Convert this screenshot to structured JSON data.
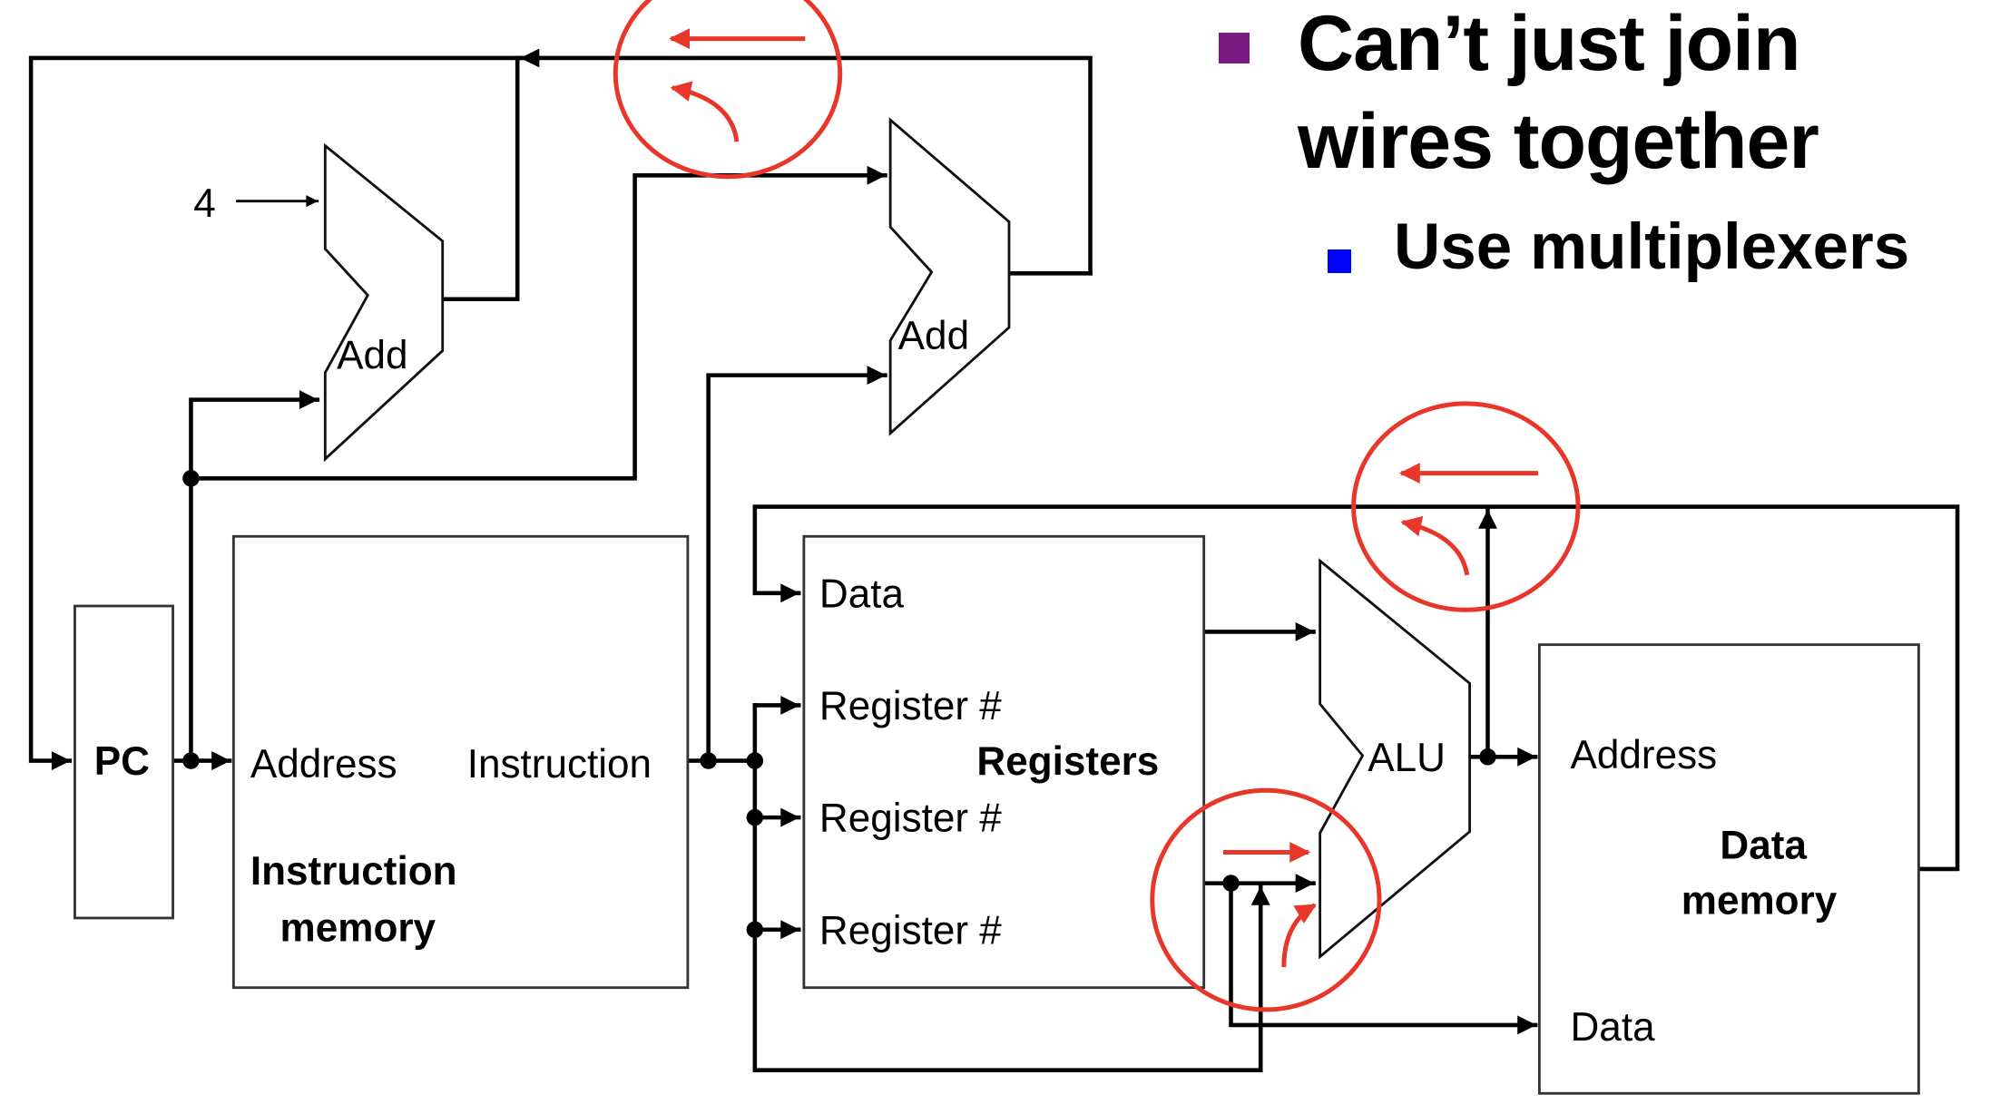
{
  "slide": {
    "bullets": [
      {
        "level": 1,
        "text_line1": "Can’t just join",
        "text_line2": "wires together",
        "marker_color": "#7b1a80"
      },
      {
        "level": 2,
        "text": "Use multiplexers",
        "marker_color": "#0000ff"
      }
    ]
  },
  "diagram": {
    "constant_four": "4",
    "pc_label": "PC",
    "adder_top_left_label": "Add",
    "adder_top_right_label": "Add",
    "instruction_memory": {
      "port_address": "Address",
      "port_instruction": "Instruction",
      "title_line1": "Instruction",
      "title_line2": "memory"
    },
    "registers": {
      "port_data": "Data",
      "port_reg1": "Register #",
      "port_reg2": "Register #",
      "port_reg3": "Register #",
      "title": "Registers"
    },
    "alu_label": "ALU",
    "data_memory": {
      "port_address": "Address",
      "port_data": "Data",
      "title_line1": "Data",
      "title_line2": "memory"
    },
    "annotation_color": "#e8372a",
    "conflict_circles": [
      "pc-input-join",
      "register-data-join",
      "alu-input-join"
    ]
  }
}
